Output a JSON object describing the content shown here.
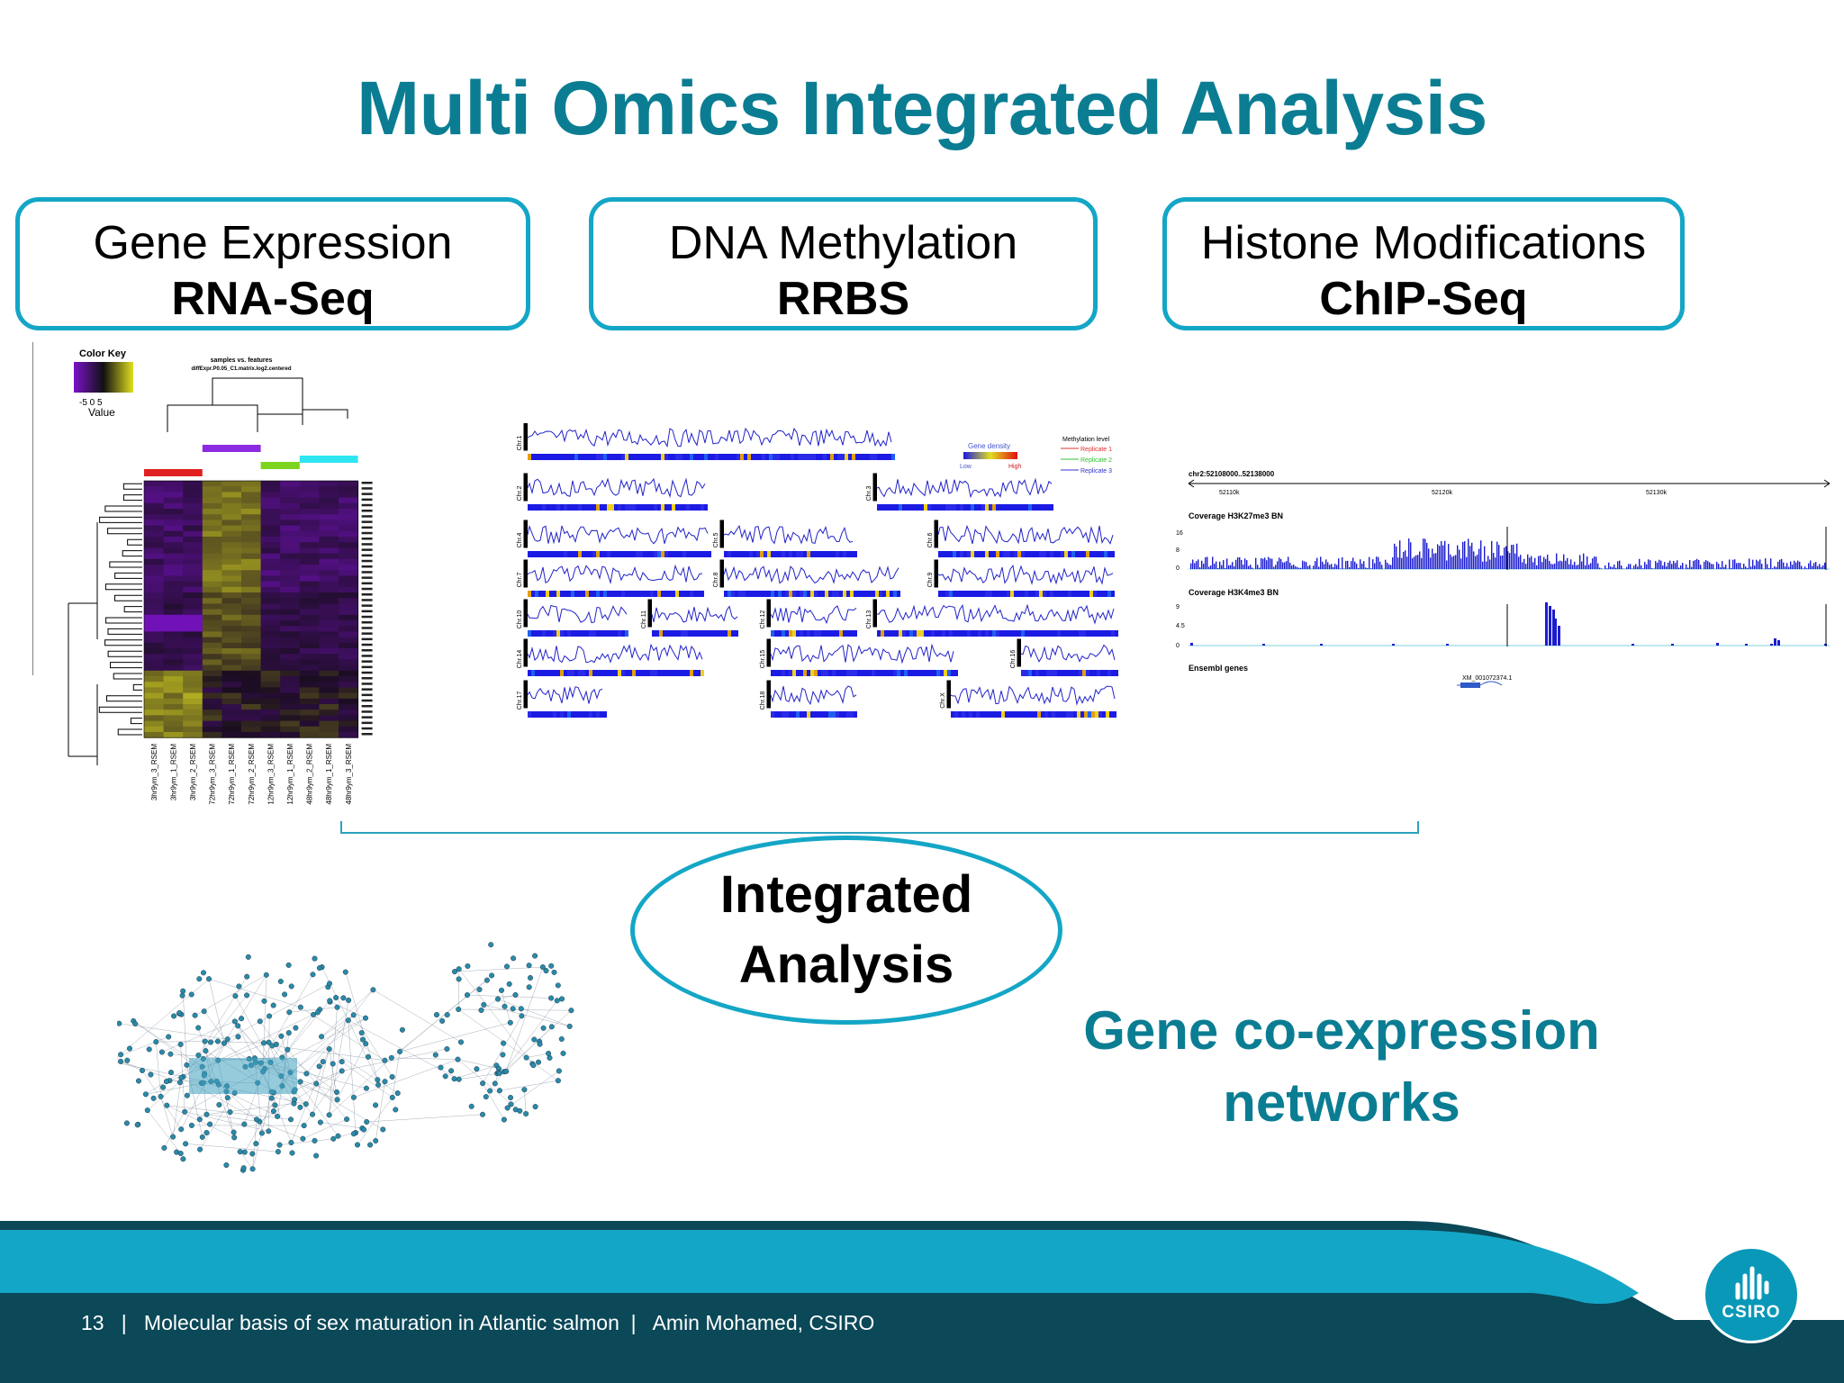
{
  "slide": {
    "title": "Multi Omics Integrated Analysis",
    "omics": [
      {
        "line1": "Gene Expression",
        "line2": "RNA-Seq"
      },
      {
        "line1": "DNA Methylation",
        "line2": "RRBS"
      },
      {
        "line1": "Histone Modifications",
        "line2": "ChIP-Seq"
      }
    ],
    "integrated": {
      "line1": "Integrated",
      "line2": "Analysis"
    },
    "network_label": {
      "line1": "Gene co-expression",
      "line2": "networks"
    }
  },
  "heatmap": {
    "color_key_title": "Color Key",
    "color_key_ticks": "-5  0  5",
    "color_key_label": "Value",
    "plot_title": "samples vs. features",
    "plot_subtitle": "diffExpr.P0.05_C1.matrix.log2.centered",
    "samples": [
      "3hr9ym_3_RSEM",
      "3hr9ym_1_RSEM",
      "3hr9ym_2_RSEM",
      "72hr9ym_3_RSEM",
      "72hr9ym_1_RSEM",
      "72hr9ym_2_RSEM",
      "12hr9ym_3_RSEM",
      "12hr9ym_1_RSEM",
      "48hr9ym_2_RSEM",
      "48hr9ym_1_RSEM",
      "48hr9ym_3_RSEM"
    ],
    "colors": {
      "low": "#7a12c9",
      "mid": "#1a0d20",
      "high": "#d8d820"
    }
  },
  "methylation": {
    "legend_density": "Gene density",
    "legend_low": "Low",
    "legend_high": "High",
    "legend_level": "Methylation level",
    "replicates": [
      "Replicate 1",
      "Replicate 2",
      "Replicate 3"
    ],
    "chromosomes": [
      "Chr.1",
      "Chr.2",
      "Chr.3",
      "Chr.4",
      "Chr.5",
      "Chr.6",
      "Chr.7",
      "Chr.8",
      "Chr.9",
      "Chr.10",
      "Chr.11",
      "Chr.12",
      "Chr.13",
      "Chr.14",
      "Chr.15",
      "Chr.16",
      "Chr.17",
      "Chr.18",
      "Chr.X"
    ]
  },
  "chipseq": {
    "region": "chr2:52108000..52138000",
    "ticks": [
      "52110k",
      "52120k",
      "52130k"
    ],
    "track1": "Coverage H3K27me3 BN",
    "track1_max": "16",
    "track1_mid": "8",
    "track2": "Coverage H3K4me3 BN",
    "track2_max": "9",
    "track2_mid": "4.5",
    "zero": "0",
    "genes_label": "Ensembl genes",
    "gene_name": "XM_001072374.1"
  },
  "footer": {
    "page": "13",
    "sep": "|",
    "subtitle": "Molecular basis of sex maturation in Atlantic salmon",
    "author": "Amin Mohamed, CSIRO",
    "logo_text": "CSIRO"
  },
  "theme": {
    "title": "#0b7d93",
    "box_border": "#14a6c6",
    "footer_dark": "#0b4858",
    "footer_light": "#14a6c6"
  }
}
